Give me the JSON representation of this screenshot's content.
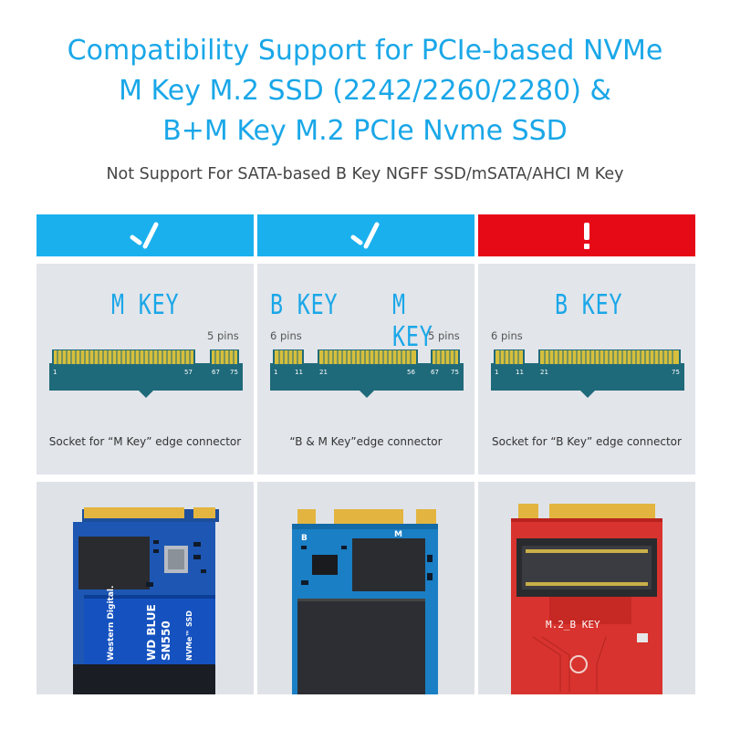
{
  "title": {
    "line1": "Compatibility Support for PCIe-based NVMe",
    "line2": "M Key M.2 SSD (2242/2260/2280) &",
    "line3": "B+M Key M.2 PCIe Nvme SSD"
  },
  "subtitle": "Not Support For SATA-based B Key NGFF SSD/mSATA/AHCI M Key",
  "columns": [
    {
      "status": "supported",
      "status_icon": "check-icon",
      "key_labels": [
        "M KEY"
      ],
      "pins_right": "5 pins",
      "pin_numbers": [
        "1",
        "57",
        "67",
        "75"
      ],
      "caption": "Socket for “M Key” edge connector",
      "photo_text": [
        "Western Digital.",
        "WD BLUE",
        "SN550",
        "NVMe™ SSD"
      ]
    },
    {
      "status": "supported",
      "status_icon": "check-icon",
      "key_labels": [
        "B KEY",
        "M KEY"
      ],
      "pins_left": "6 pins",
      "pins_right": "5 pins",
      "pin_numbers": [
        "1",
        "11",
        "21",
        "56",
        "67",
        "75"
      ],
      "caption": "“B & M Key”edge connector",
      "photo_text": [
        "B",
        "M"
      ]
    },
    {
      "status": "unsupported",
      "status_icon": "exclamation-icon",
      "key_labels": [
        "B KEY"
      ],
      "pins_left": "6 pins",
      "pin_numbers": [
        "1",
        "11",
        "21",
        "75"
      ],
      "caption": "Socket for “B Key” edge connector",
      "photo_text": [
        "M.2_B KEY"
      ]
    }
  ],
  "colors": {
    "title_blue": "#1aa7e8",
    "header_blue": "#1ab0ee",
    "header_red": "#e60a17",
    "panel_gray": "#e2e5ea",
    "connector_teal": "#1f6a7a",
    "pin_gold": "#d6bf3c"
  }
}
